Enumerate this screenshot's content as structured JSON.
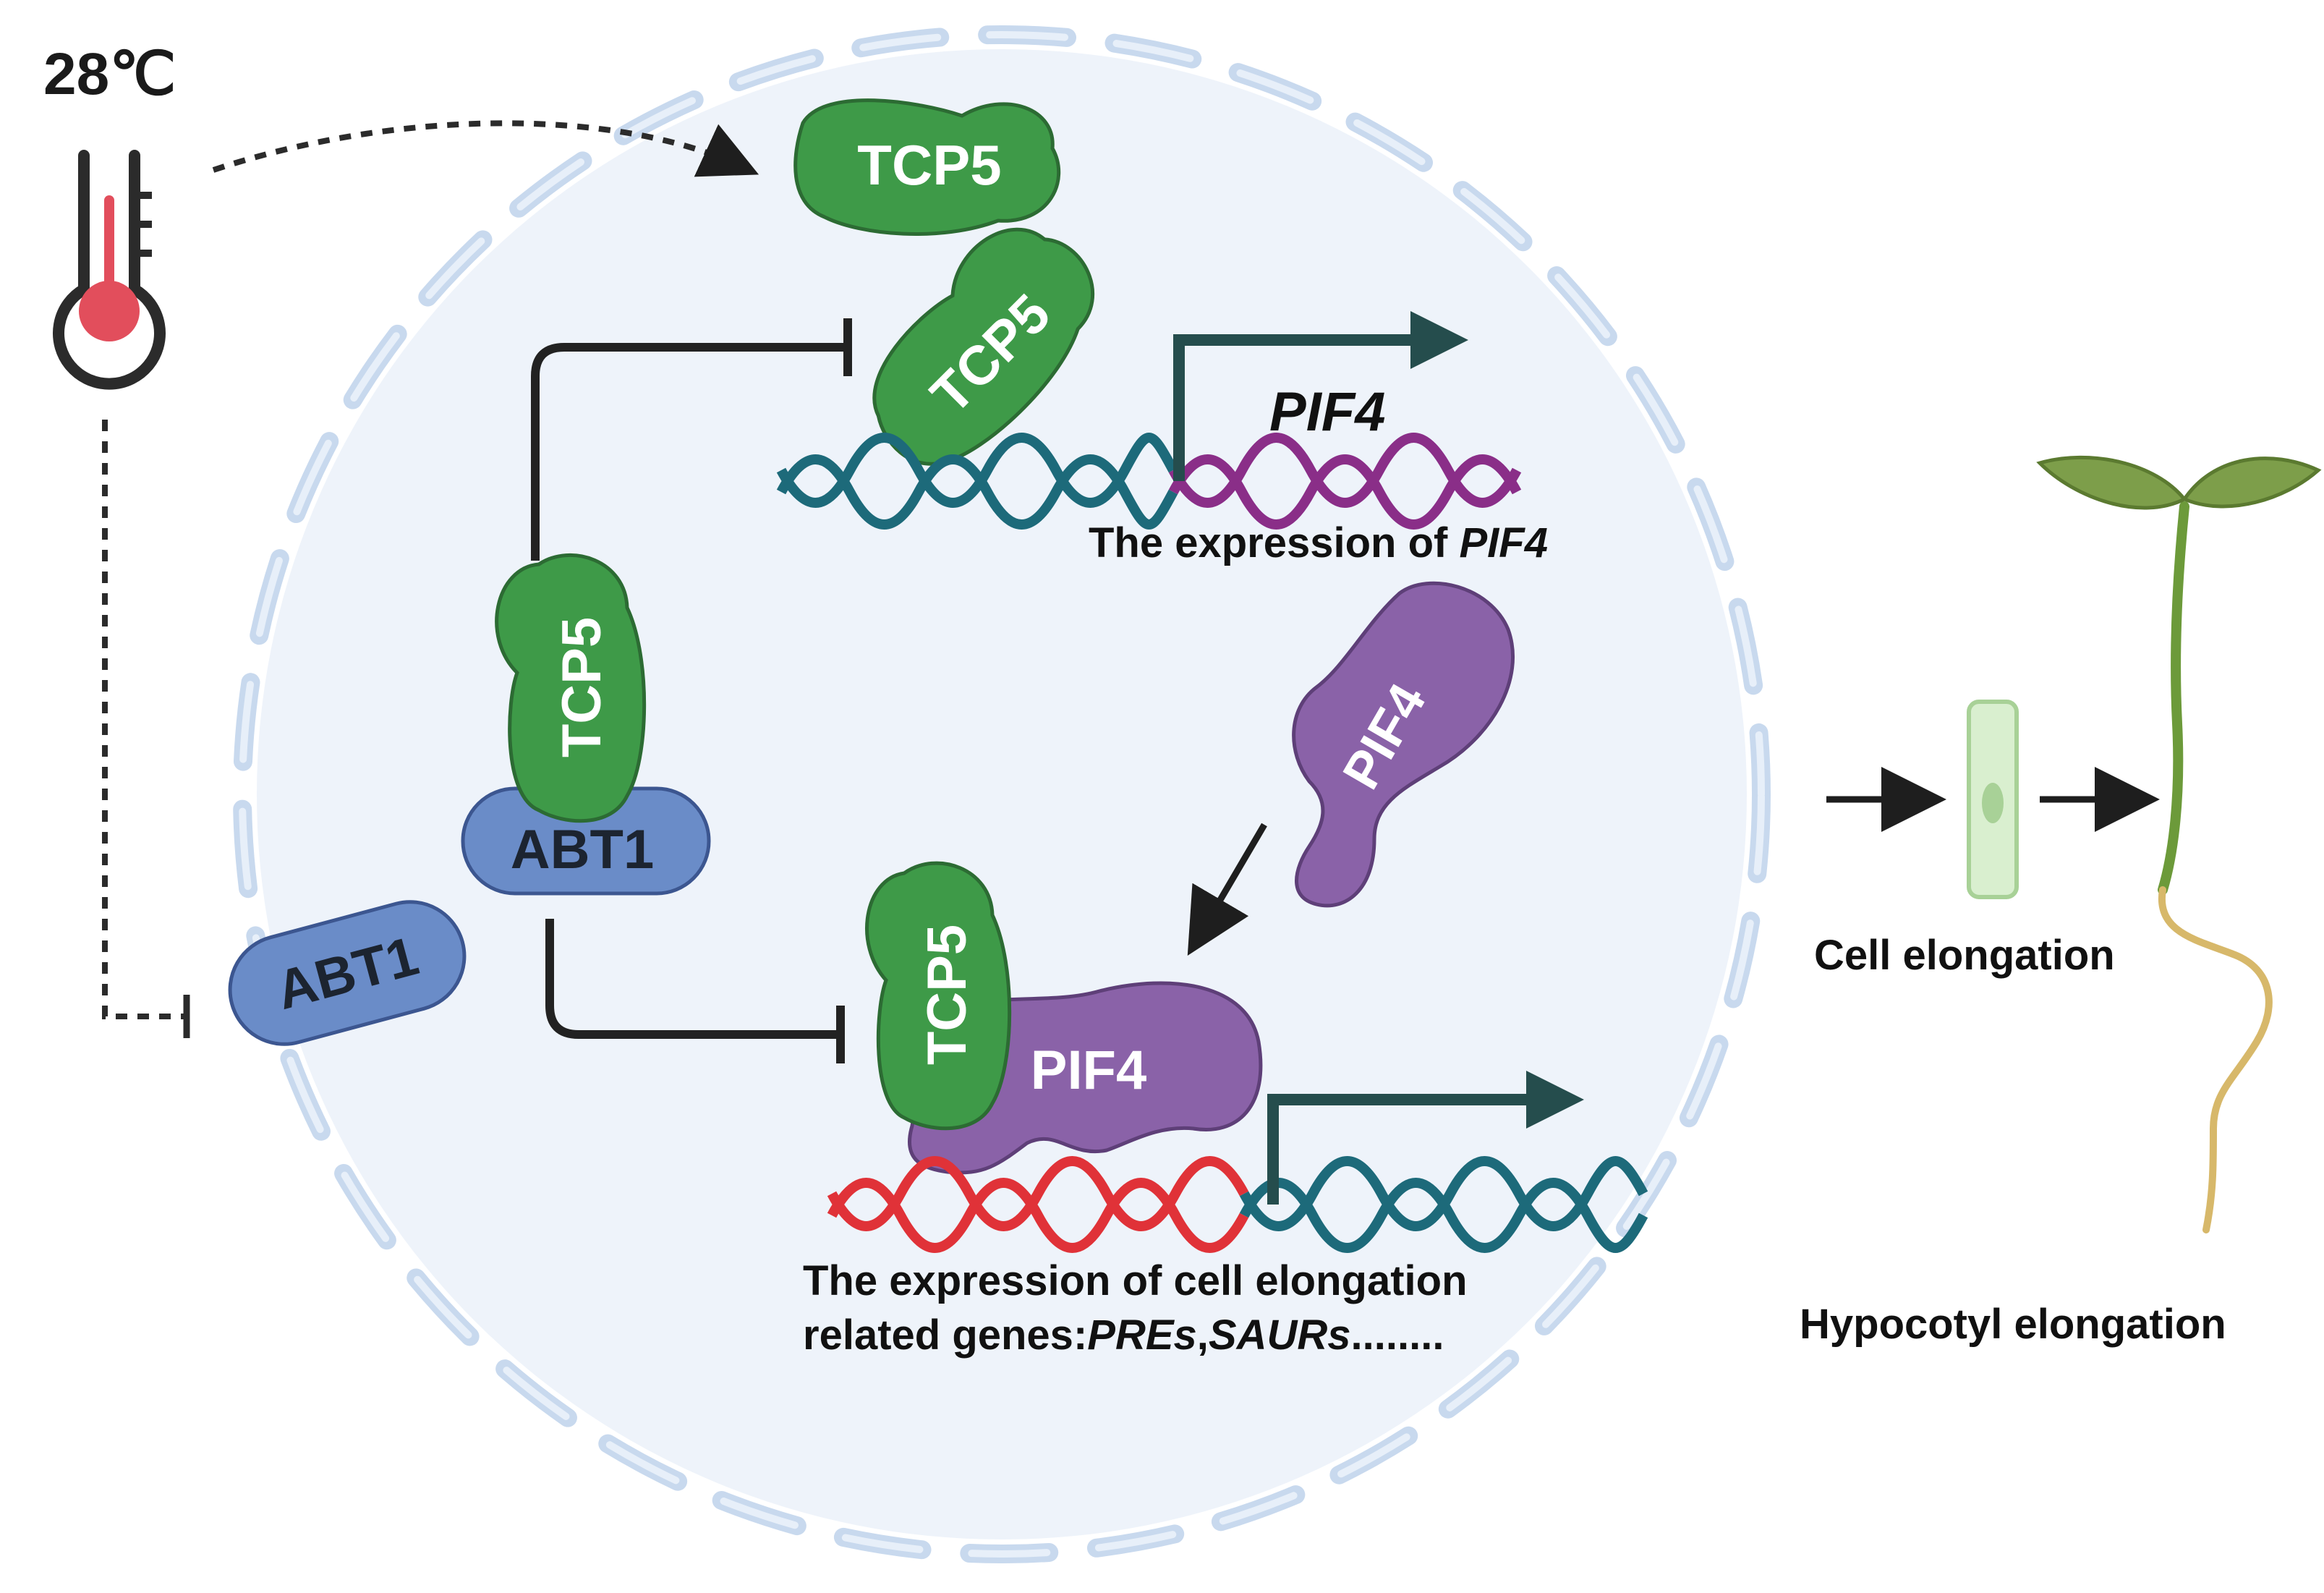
{
  "temperature": {
    "label": "28℃"
  },
  "proteins": {
    "tcp5_top": "TCP5",
    "tcp5_bound_pif4_gene": "TCP5",
    "tcp5_complex": "TCP5",
    "abt1_complex": "ABT1",
    "abt1_free": "ABT1",
    "pif4_free": "PIF4",
    "tcp5_lower": "TCP5",
    "pif4_lower": "PIF4"
  },
  "genes": {
    "pif4_gene_label": "PIF4",
    "pif4_expression": {
      "prefix": "The expression of ",
      "gene": "PIF4"
    },
    "elongation_expression": {
      "line1": "The expression of cell elongation",
      "line2_prefix": "related genes:",
      "line2_gene1": "PREs",
      "line2_sep": ",",
      "line2_gene2": "SAURs",
      "line2_suffix": "........"
    }
  },
  "outcomes": {
    "cell_elongation": "Cell elongation",
    "hypocotyl_elongation": "Hypocotyl elongation"
  },
  "colors": {
    "nucleus_fill": "#eef3fa",
    "envelope": "#c8d9ee",
    "tcp5": "#3e9a48",
    "abt1": "#6a8cc8",
    "pif4": "#8a62a8",
    "dna_teal": "#1d6a7a",
    "dna_purple": "#8a2e88",
    "dna_red": "#e03238",
    "arrow_dark": "#254d4d"
  }
}
